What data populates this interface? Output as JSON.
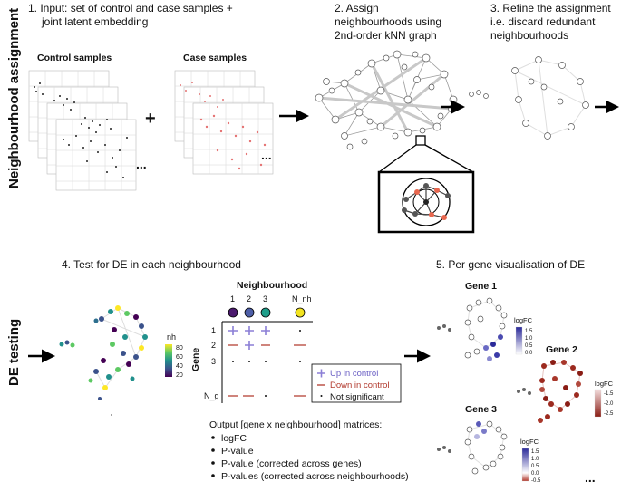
{
  "section_labels": {
    "assignment": "Neighbourhood assignment",
    "de_testing": "DE testing"
  },
  "step1": {
    "line1": "1.  Input: set of control and case samples +",
    "line2": "joint latent embedding",
    "control_label": "Control samples",
    "case_label": "Case samples",
    "plus": "+",
    "ellipsis": "..."
  },
  "step2": {
    "line1": "2. Assign",
    "line2": "neighbourhoods using",
    "line3": "2nd-order kNN graph"
  },
  "step3": {
    "line1": "3. Refine the assignment",
    "line2": "i.e. discard redundant",
    "line3": "neighbourhoods"
  },
  "step4": {
    "title": "4. Test for DE in each neighbourhood",
    "colorbar_title": "nh",
    "colorbar_ticks": [
      "80",
      "60",
      "40",
      "20"
    ]
  },
  "matrix": {
    "title": "Neighbourhood",
    "col_labels": [
      "1",
      "2",
      "3",
      "N_nh"
    ],
    "col_colors": [
      "#4b1a6e",
      "#4e5fa8",
      "#1f9e8a",
      "#f2e31f"
    ],
    "row_axis_label": "Gene",
    "row_labels": [
      "1",
      "2",
      "3",
      "N_g"
    ],
    "legend_up": "Up in control",
    "legend_down": "Down in control",
    "legend_ns": "Not significant",
    "up_color": "#8b7fd6",
    "down_color": "#b23a2e"
  },
  "outputs": {
    "title": "Output [gene x neighbourhood] matrices:",
    "items": [
      "logFC",
      "P-value",
      "P-value (corrected across genes)",
      "P-values (corrected across neighbourhoods)"
    ]
  },
  "step5": {
    "title": "5. Per gene visualisation of DE",
    "gene1": "Gene 1",
    "gene2": "Gene 2",
    "gene3": "Gene 3",
    "logfc_label": "logFC",
    "gene1_ticks": [
      "1.5",
      "1.0",
      "0.5",
      "0.0"
    ],
    "gene2_ticks": [
      "-1.5",
      "-2.0",
      "-2.5"
    ],
    "gene3_ticks": [
      "1.5",
      "1.0",
      "0.5",
      "0.0",
      "-0.5"
    ],
    "ellipsis": "..."
  }
}
